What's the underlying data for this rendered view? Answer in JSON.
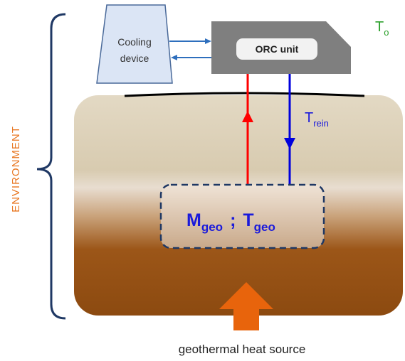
{
  "environment_label": "ENVIRONMENT",
  "cooling_device": {
    "line1": "Cooling",
    "line2": "device"
  },
  "orc_unit_label": "ORC unit",
  "ambient_temperature": {
    "symbol": "T",
    "subscript": "o"
  },
  "reinjection_temperature": {
    "symbol": "T",
    "subscript": "rein"
  },
  "reservoir": {
    "mass_symbol": "M",
    "mass_subscript": "geo",
    "separator": ";",
    "temp_symbol": "T",
    "temp_subscript": "geo"
  },
  "heat_source_label": "geothermal heat source",
  "colors": {
    "environment": "#e87722",
    "brace": "#1f3864",
    "supply_pipe": "#ff0000",
    "return_pipe": "#0000dd",
    "heat_arrow": "#e8640c",
    "ambient_temp": "#2ca02c",
    "reservoir_text": "#1a1adb",
    "cooling_fill": "#dbe5f5",
    "orc_fill": "#7f7f7f"
  }
}
